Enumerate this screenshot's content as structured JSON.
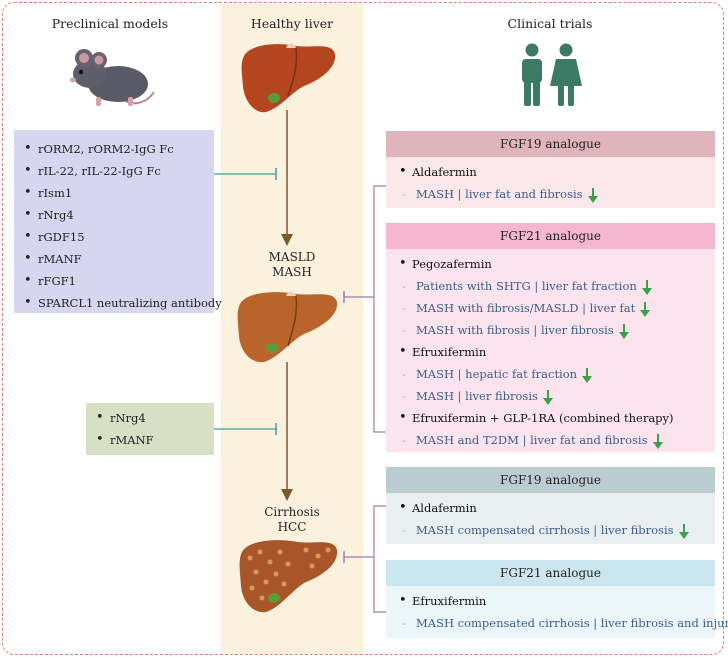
{
  "headers": {
    "preclinical": "Preclinical models",
    "healthy": "Healthy liver",
    "clinical": "Clinical trials"
  },
  "stages": {
    "masld_line1": "MASLD",
    "masld_line2": "MASH",
    "cirrhosis_line1": "Cirrhosis",
    "cirrhosis_line2": "HCC"
  },
  "preclinical_box1": [
    "rORM2, rORM2-IgG Fc",
    "rIL-22,  rIL-22-IgG Fc",
    "rIsm1",
    "rNrg4",
    "rGDF15",
    "rMANF",
    "rFGF1",
    "SPARCL1 neutralizing antibody"
  ],
  "preclinical_box2": [
    "rNrg4",
    "rMANF"
  ],
  "trials": {
    "group1": {
      "title": "FGF19 analogue",
      "drug": "Aldafermin",
      "outcome": "MASH | liver fat and fibrosis"
    },
    "group2": {
      "title": "FGF21 analogue",
      "drug1": "Pegozafermin",
      "d1o1": "Patients with SHTG | liver fat fraction",
      "d1o2": "MASH with fibrosis/MASLD | liver fat",
      "d1o3": "MASH with fibrosis | liver fibrosis",
      "drug2": "Efruxifermin",
      "d2o1": "MASH | hepatic fat fraction",
      "d2o2": "MASH | liver fibrosis",
      "drug3": "Efruxifermin + GLP-1RA (combined therapy)",
      "d3o1": "MASH and T2DM | liver fat and fibrosis"
    },
    "group3": {
      "title": "FGF19 analogue",
      "drug": "Aldafermin",
      "outcome": "MASH compensated cirrhosis | liver fibrosis"
    },
    "group4": {
      "title": "FGF21 analogue",
      "drug": "Efruxifermin",
      "outcome": "MASH compensated cirrhosis | liver fibrosis and injury"
    }
  },
  "colors": {
    "preclinical_box1": "#d6d6f1",
    "preclinical_box2": "#d7dfc4",
    "fgf19_head_top": "#dfb4bd",
    "fgf19_body_top": "#f9e7ea",
    "fgf21_head_top": "#f5b7cf",
    "fgf21_body_top": "#fbe4ee",
    "fgf19_head_bottom": "#bccdd2",
    "fgf19_body_bottom": "#e9eff0",
    "fgf21_head_bottom": "#cbe6ee",
    "fgf21_body_bottom": "#eaf6fa",
    "decrease_arrow": "#3aa14a",
    "progression_arrow": "#7a5a2e",
    "inhibition_teal": "#3f9c9a",
    "inhibition_purple": "#a07aae"
  },
  "icons": {
    "mouse": "mouse-icon",
    "people": "people-icon",
    "liver": "liver-icon",
    "down": "down-arrow-icon"
  }
}
